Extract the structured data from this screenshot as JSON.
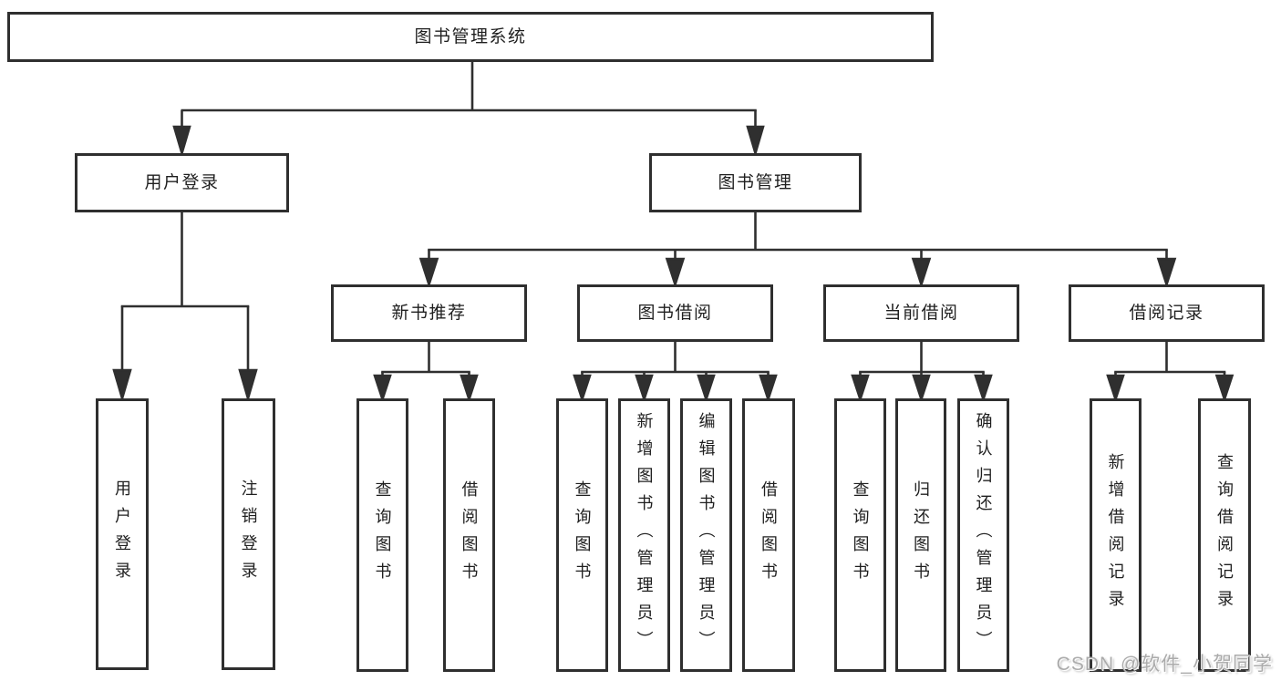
{
  "diagram": {
    "nodes": {
      "root": {
        "label": "图书管理系统"
      },
      "user_login": {
        "label": "用户登录"
      },
      "book_mgmt": {
        "label": "图书管理"
      },
      "login": {
        "label": "用户登录"
      },
      "logout": {
        "label": "注销登录"
      },
      "new_book_rec": {
        "label": "新书推荐"
      },
      "book_borrow": {
        "label": "图书借阅"
      },
      "current_borrow": {
        "label": "当前借阅"
      },
      "borrow_record": {
        "label": "借阅记录"
      },
      "nbr_query": {
        "label": "查询图书"
      },
      "nbr_borrow": {
        "label": "借阅图书"
      },
      "bb_query": {
        "label": "查询图书"
      },
      "bb_add": {
        "label": "新增图书（管理员）"
      },
      "bb_edit": {
        "label": "编辑图书（管理员）"
      },
      "bb_borrow": {
        "label": "借阅图书"
      },
      "cb_query": {
        "label": "查询图书"
      },
      "cb_return": {
        "label": "归还图书"
      },
      "cb_confirm": {
        "label": "确认归还（管理员）"
      },
      "br_add": {
        "label": "新增借阅记录"
      },
      "br_query": {
        "label": "查询借阅记录"
      }
    },
    "watermark": "CSDN @软件_小贺同学",
    "colors": {
      "line": "#2f2f2f",
      "text": "#1f1f1f",
      "watermark": "#ababab",
      "background": "#ffffff"
    }
  }
}
